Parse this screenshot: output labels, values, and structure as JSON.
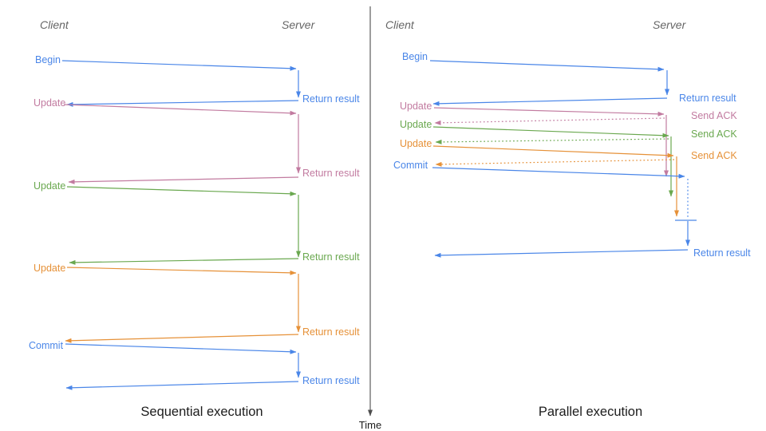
{
  "colors": {
    "blue": "#4a86e8",
    "pink": "#c27ba0",
    "green": "#6aa84f",
    "orange": "#e69138",
    "axis": "#4d4d4d",
    "header": "#666666",
    "title": "#1c1c1c"
  },
  "time_axis": {
    "label": "Time"
  },
  "sequential": {
    "title": "Sequential execution",
    "client": "Client",
    "server": "Server",
    "rows": [
      {
        "label": "Begin",
        "color": "blue",
        "response": "Return result"
      },
      {
        "label": "Update",
        "color": "pink",
        "response": "Return result"
      },
      {
        "label": "Update",
        "color": "green",
        "response": "Return result"
      },
      {
        "label": "Update",
        "color": "orange",
        "response": "Return result"
      },
      {
        "label": "Commit",
        "color": "blue",
        "response": "Return result"
      }
    ]
  },
  "parallel": {
    "title": "Parallel execution",
    "client": "Client",
    "server": "Server",
    "rows": [
      {
        "label": "Begin",
        "color": "blue",
        "response": "Return result"
      },
      {
        "label": "Update",
        "color": "pink",
        "response": "Send ACK"
      },
      {
        "label": "Update",
        "color": "green",
        "response": "Send ACK"
      },
      {
        "label": "Update",
        "color": "orange",
        "response": "Send ACK"
      },
      {
        "label": "Commit",
        "color": "blue",
        "response": "Return result"
      }
    ]
  }
}
